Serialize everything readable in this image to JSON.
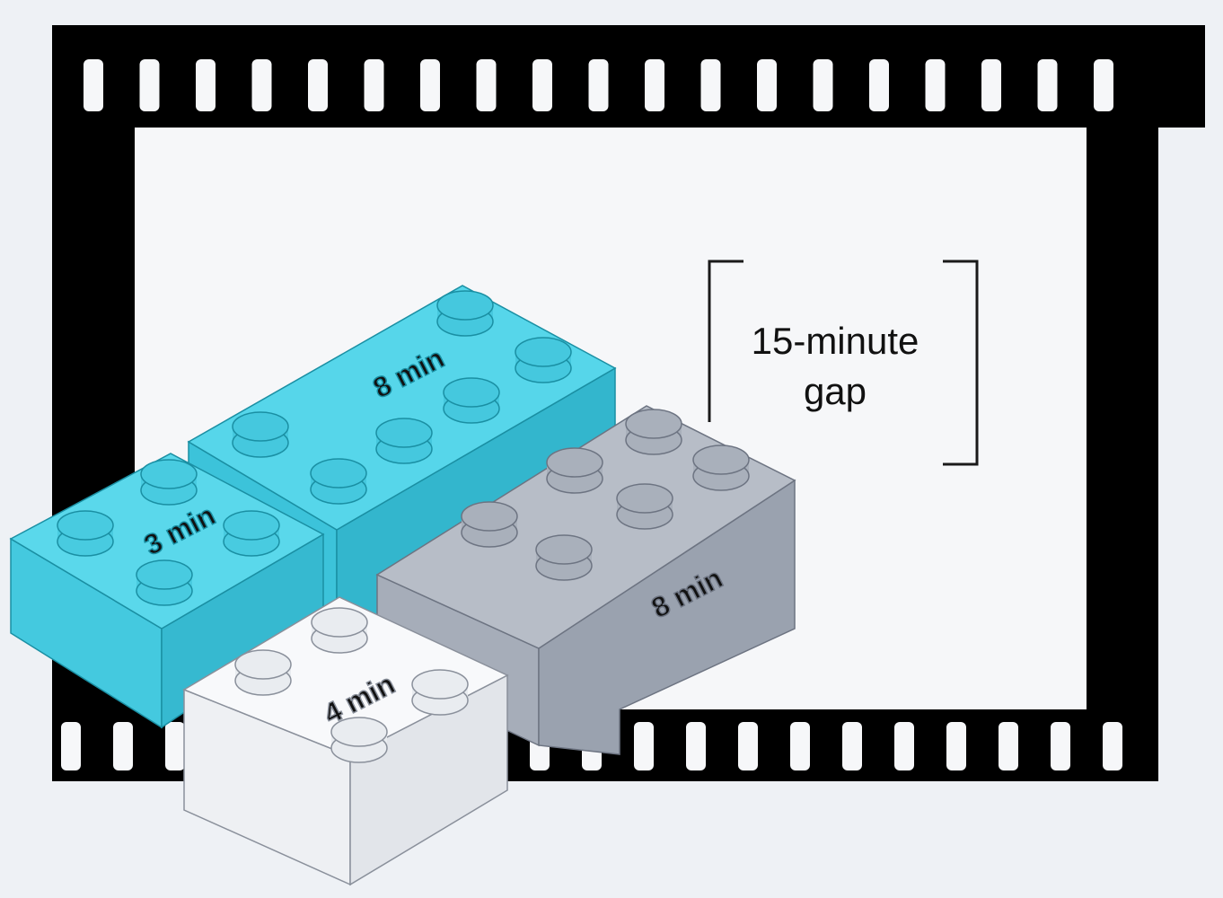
{
  "colors": {
    "film": "#000000",
    "cyan_brick": "#4fd0e4",
    "gray_brick": "#a9b0bc",
    "white_brick": "#f3f5f8",
    "background": "#eef1f5"
  },
  "bricks": [
    {
      "id": "cyan-large",
      "label": "8 min"
    },
    {
      "id": "cyan-small",
      "label": "3 min"
    },
    {
      "id": "gray",
      "label": "8 min"
    },
    {
      "id": "white",
      "label": "4 min"
    }
  ],
  "gap_annotation": {
    "line1": "15-minute",
    "line2": "gap"
  }
}
